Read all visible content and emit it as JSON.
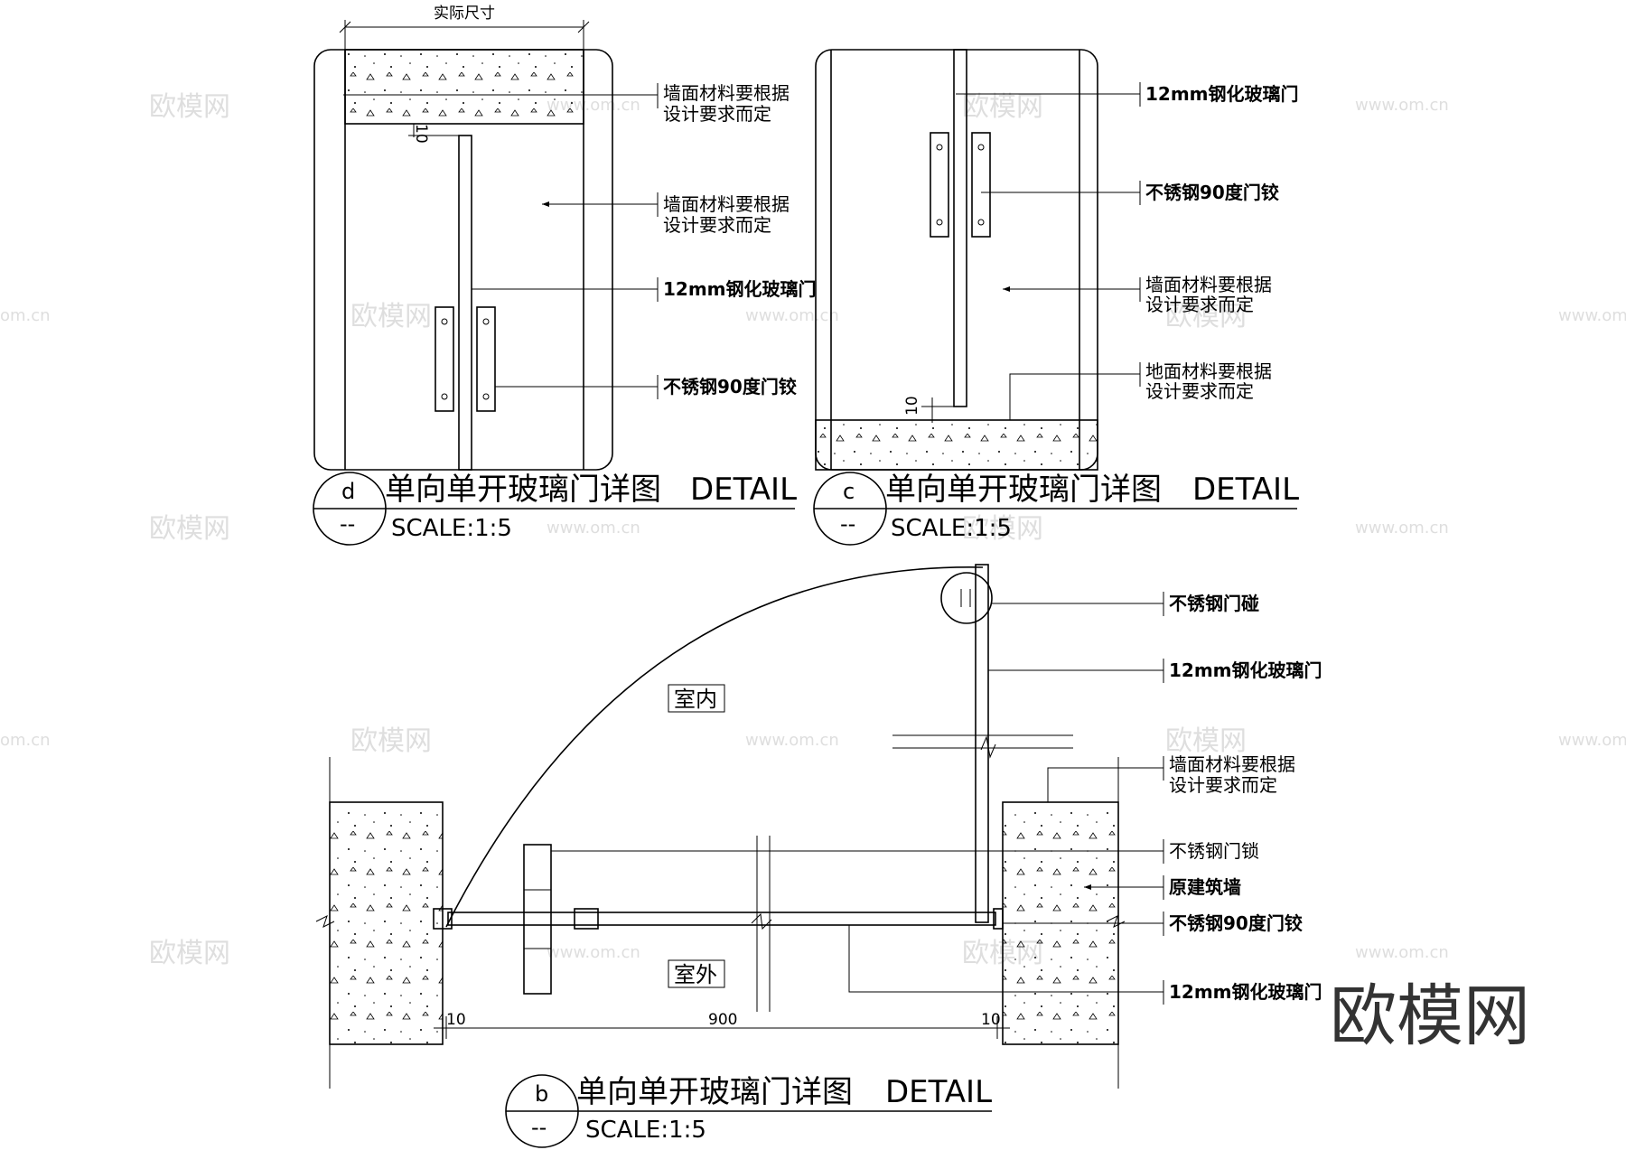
{
  "watermark": {
    "brand": "欧模网",
    "url": "www.om.cn",
    "url_short": "om.cn"
  },
  "detail_d": {
    "tag": "d",
    "tag_sub": "--",
    "title": "单向单开玻璃门详图",
    "detail": "DETAIL",
    "scale": "SCALE:1:5",
    "dim_top": "实际尺寸",
    "dim_gap": "10",
    "labels": [
      {
        "l1": "墙面材料要根据",
        "l2": "设计要求而定"
      },
      {
        "l1": "墙面材料要根据",
        "l2": "设计要求而定"
      },
      {
        "l1": "12mm钢化玻璃门"
      },
      {
        "l1": "不锈钢90度门铰"
      }
    ]
  },
  "detail_c": {
    "tag": "c",
    "tag_sub": "--",
    "title": "单向单开玻璃门详图",
    "detail": "DETAIL",
    "scale": "SCALE:1:5",
    "dim_gap": "10",
    "labels": [
      {
        "l1": "12mm钢化玻璃门"
      },
      {
        "l1": "不锈钢90度门铰"
      },
      {
        "l1": "墙面材料要根据",
        "l2": "设计要求而定"
      },
      {
        "l1": "地面材料要根据",
        "l2": "设计要求而定"
      }
    ]
  },
  "detail_b": {
    "tag": "b",
    "tag_sub": "--",
    "title": "单向单开玻璃门详图",
    "detail": "DETAIL",
    "scale": "SCALE:1:5",
    "room_in": "室内",
    "room_out": "室外",
    "dim_left": "10",
    "dim_mid": "900",
    "dim_right": "10",
    "labels": [
      {
        "l1": "不锈钢门碰"
      },
      {
        "l1": "12mm钢化玻璃门"
      },
      {
        "l1": "墙面材料要根据",
        "l2": "设计要求而定"
      },
      {
        "l1": "不锈钢门锁"
      },
      {
        "l1": "原建筑墙"
      },
      {
        "l1": "不锈钢90度门铰"
      },
      {
        "l1": "12mm钢化玻璃门"
      }
    ]
  }
}
